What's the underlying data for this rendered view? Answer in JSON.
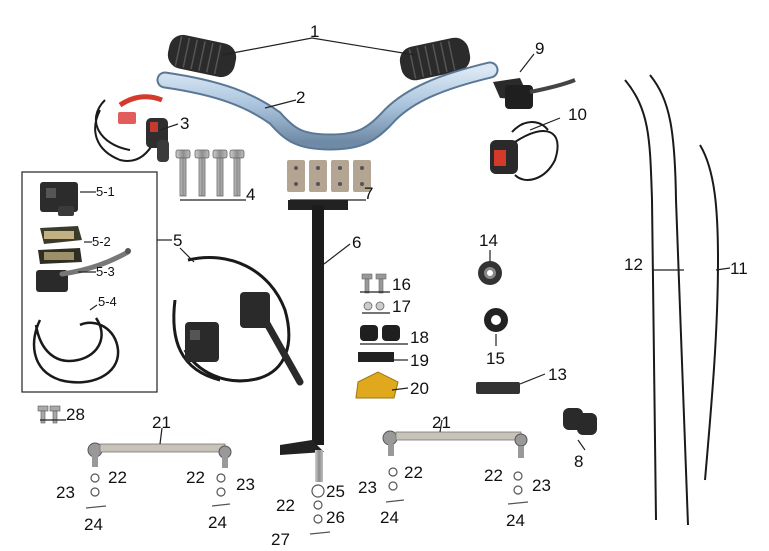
{
  "callouts": {
    "c1": "1",
    "c2": "2",
    "c3": "3",
    "c4": "4",
    "c5": "5",
    "c5_1": "5-1",
    "c5_2": "5-2",
    "c5_3": "5-3",
    "c5_4": "5-4",
    "c6": "6",
    "c7": "7",
    "c8": "8",
    "c9": "9",
    "c10": "10",
    "c11": "11",
    "c12": "12",
    "c13": "13",
    "c14": "14",
    "c15": "15",
    "c16": "16",
    "c17": "17",
    "c18": "18",
    "c19": "19",
    "c20": "20",
    "c21a": "21",
    "c21b": "21",
    "c22a": "22",
    "c22b": "22",
    "c22c": "22",
    "c22d": "22",
    "c22e": "22",
    "c23a": "23",
    "c23b": "23",
    "c23c": "23",
    "c23d": "23",
    "c24a": "24",
    "c24b": "24",
    "c24c": "24",
    "c24d": "24",
    "c25": "25",
    "c26": "26",
    "c27": "27",
    "c28": "28"
  },
  "colors": {
    "handlebar": "#a9c3dc",
    "grip": "#2b2b2b",
    "steel": "#9a9a9a",
    "bracket_gold": "#e0a81c",
    "switch_red": "#d33a2c",
    "cable": "#1a1a1a"
  }
}
